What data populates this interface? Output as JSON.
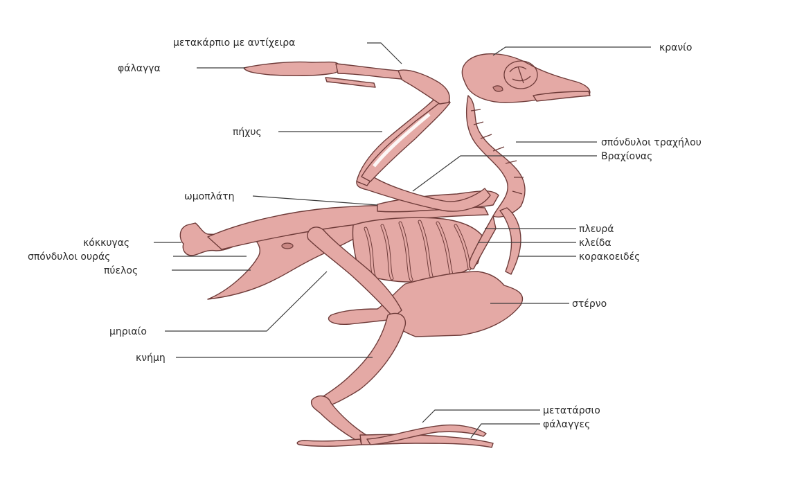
{
  "diagram": {
    "bone_color": "#e4a9a5",
    "outline_color": "#6e3b39",
    "labels": {
      "metacarpal": "μετακάρπιο με αντίχειρα",
      "phalanx": "φάλαγγα",
      "skull": "κρανίο",
      "ulna": "πήχυς",
      "cervical_vertebrae": "σπόνδυλοι τραχήλου",
      "humerus": "Βραχίονας",
      "scapula": "ωμοπλάτη",
      "rib": "πλευρά",
      "coccyx": "κόκκυγας",
      "clavicle": "κλείδα",
      "tail_vertebrae": "σπόνδυλοι ουράς",
      "coracoid": "κορακοειδές",
      "pelvis": "πύελος",
      "sternum": "στέρνο",
      "femur": "μηριαίο",
      "tibia": "κνήμη",
      "metatarsal": "μετατάρσιο",
      "phalanges": "φάλαγγες"
    }
  }
}
